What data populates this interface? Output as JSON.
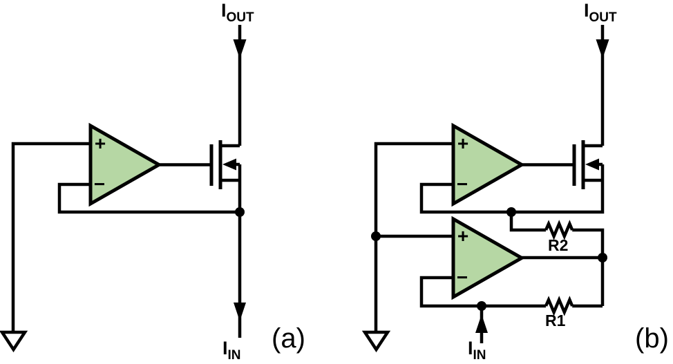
{
  "colors": {
    "line": "#000000",
    "opamp_fill": "#b6d7a4",
    "background": "#ffffff"
  },
  "panel_a": {
    "label": "(a)",
    "i_out": {
      "main": "I",
      "sub": "OUT"
    },
    "i_in": {
      "main": "I",
      "sub": "IN"
    },
    "opamp1": {
      "plus": "+",
      "minus": "−"
    }
  },
  "panel_b": {
    "label": "(b)",
    "i_out": {
      "main": "I",
      "sub": "OUT"
    },
    "i_in": {
      "main": "I",
      "sub": "IN"
    },
    "opamp1": {
      "plus": "+",
      "minus": "−"
    },
    "opamp2": {
      "plus": "+",
      "minus": "−"
    },
    "resistors": {
      "r2": "R2",
      "r1": "R1"
    }
  }
}
